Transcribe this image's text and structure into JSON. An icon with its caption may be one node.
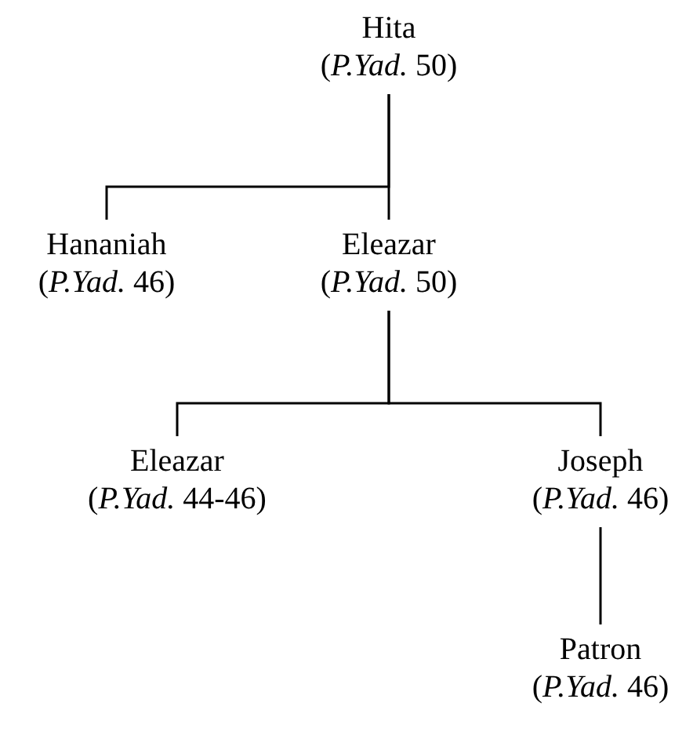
{
  "diagram": {
    "nodes": [
      {
        "text": [
          "Hita",
          "(*P.Yad.* 50)"
        ]
      },
      {
        "text": [
          "Hananiah",
          "(*P.Yad.* 46)"
        ]
      },
      {
        "text": [
          "Eleazar",
          "(*P.Yad.* 50)"
        ]
      },
      {
        "text": [
          "Eleazar",
          "(*P.Yad.* 44-46)"
        ]
      },
      {
        "text": [
          "Joseph",
          "(*P.Yad.* 46)"
        ]
      },
      {
        "text": [
          "Patron",
          "(*P.Yad.* 46)"
        ]
      }
    ],
    "edges": [
      {
        "from": 0,
        "to": 1,
        "arrow": "none"
      },
      {
        "from": 0,
        "to": 2,
        "arrow": "none"
      },
      {
        "from": 2,
        "to": 3,
        "arrow": "none"
      },
      {
        "from": 2,
        "to": 4,
        "arrow": "none"
      },
      {
        "from": 4,
        "to": 5,
        "arrow": "none"
      }
    ]
  }
}
